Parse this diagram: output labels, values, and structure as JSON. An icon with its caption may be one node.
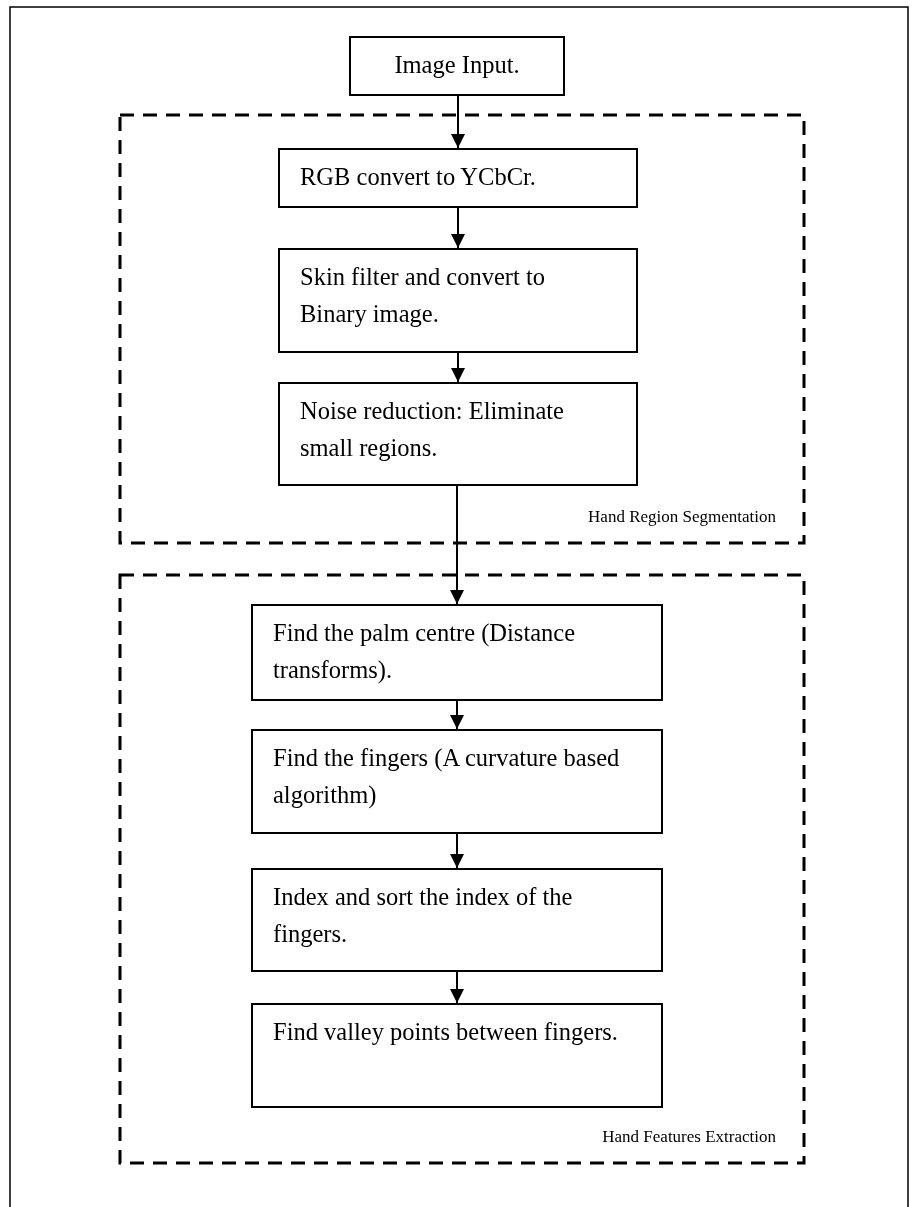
{
  "diagram": {
    "nodes": [
      {
        "text": [
          "Image Input."
        ]
      },
      {
        "text": [
          "Hand Region Segmentation"
        ]
      },
      {
        "text": [
          "RGB convert to YCbCr."
        ],
        "in": 1
      },
      {
        "text": [
          "Skin filter and convert to Binary image."
        ],
        "in": 1
      },
      {
        "text": [
          "Noise reduction: Eliminate small regions."
        ],
        "in": 1
      },
      {
        "text": [
          "Hand Features Extraction"
        ]
      },
      {
        "text": [
          "Find the palm centre (Distance transforms)."
        ],
        "in": 5
      },
      {
        "text": [
          "Find the fingers (A curvature based algorithm)"
        ],
        "in": 5
      },
      {
        "text": [
          "Index and sort the index of the fingers."
        ],
        "in": 5
      },
      {
        "text": [
          "Find valley points between fingers."
        ],
        "in": 5
      }
    ],
    "edges": [
      {
        "from": 0,
        "to": 2,
        "arrow": "to"
      },
      {
        "from": 2,
        "to": 3,
        "arrow": "to"
      },
      {
        "from": 3,
        "to": 4,
        "arrow": "to"
      },
      {
        "from": 4,
        "to": 6,
        "arrow": "to"
      },
      {
        "from": 6,
        "to": 7,
        "arrow": "to"
      },
      {
        "from": 7,
        "to": 8,
        "arrow": "to"
      },
      {
        "from": 8,
        "to": 9,
        "arrow": "to"
      }
    ]
  }
}
